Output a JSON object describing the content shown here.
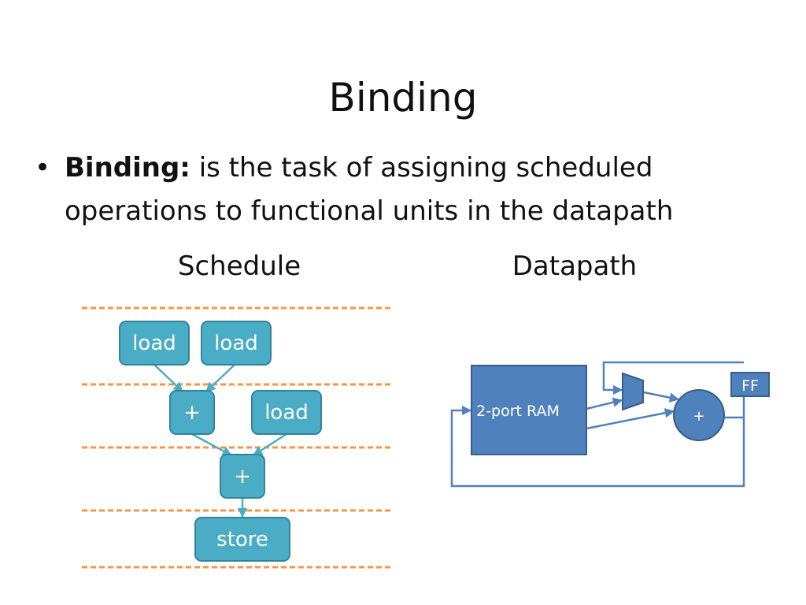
{
  "slide": {
    "title": "Binding",
    "bullet": {
      "term": "Binding:",
      "text": " is the task of assigning scheduled operations to functional units in the datapath"
    },
    "labels": {
      "schedule": "Schedule",
      "datapath": "Datapath"
    }
  },
  "schedule": {
    "nodes": {
      "load1": "load",
      "load2": "load",
      "add1": "+",
      "load3": "load",
      "add2": "+",
      "store": "store"
    }
  },
  "datapath": {
    "ram": "2-port RAM",
    "adder": "+",
    "ff": "FF"
  },
  "colors": {
    "node_fill": "#4bacc6",
    "node_stroke": "#31849b",
    "dp_fill": "#4f81bd",
    "dp_stroke": "#385d8a",
    "dashed_line": "#f79646"
  }
}
